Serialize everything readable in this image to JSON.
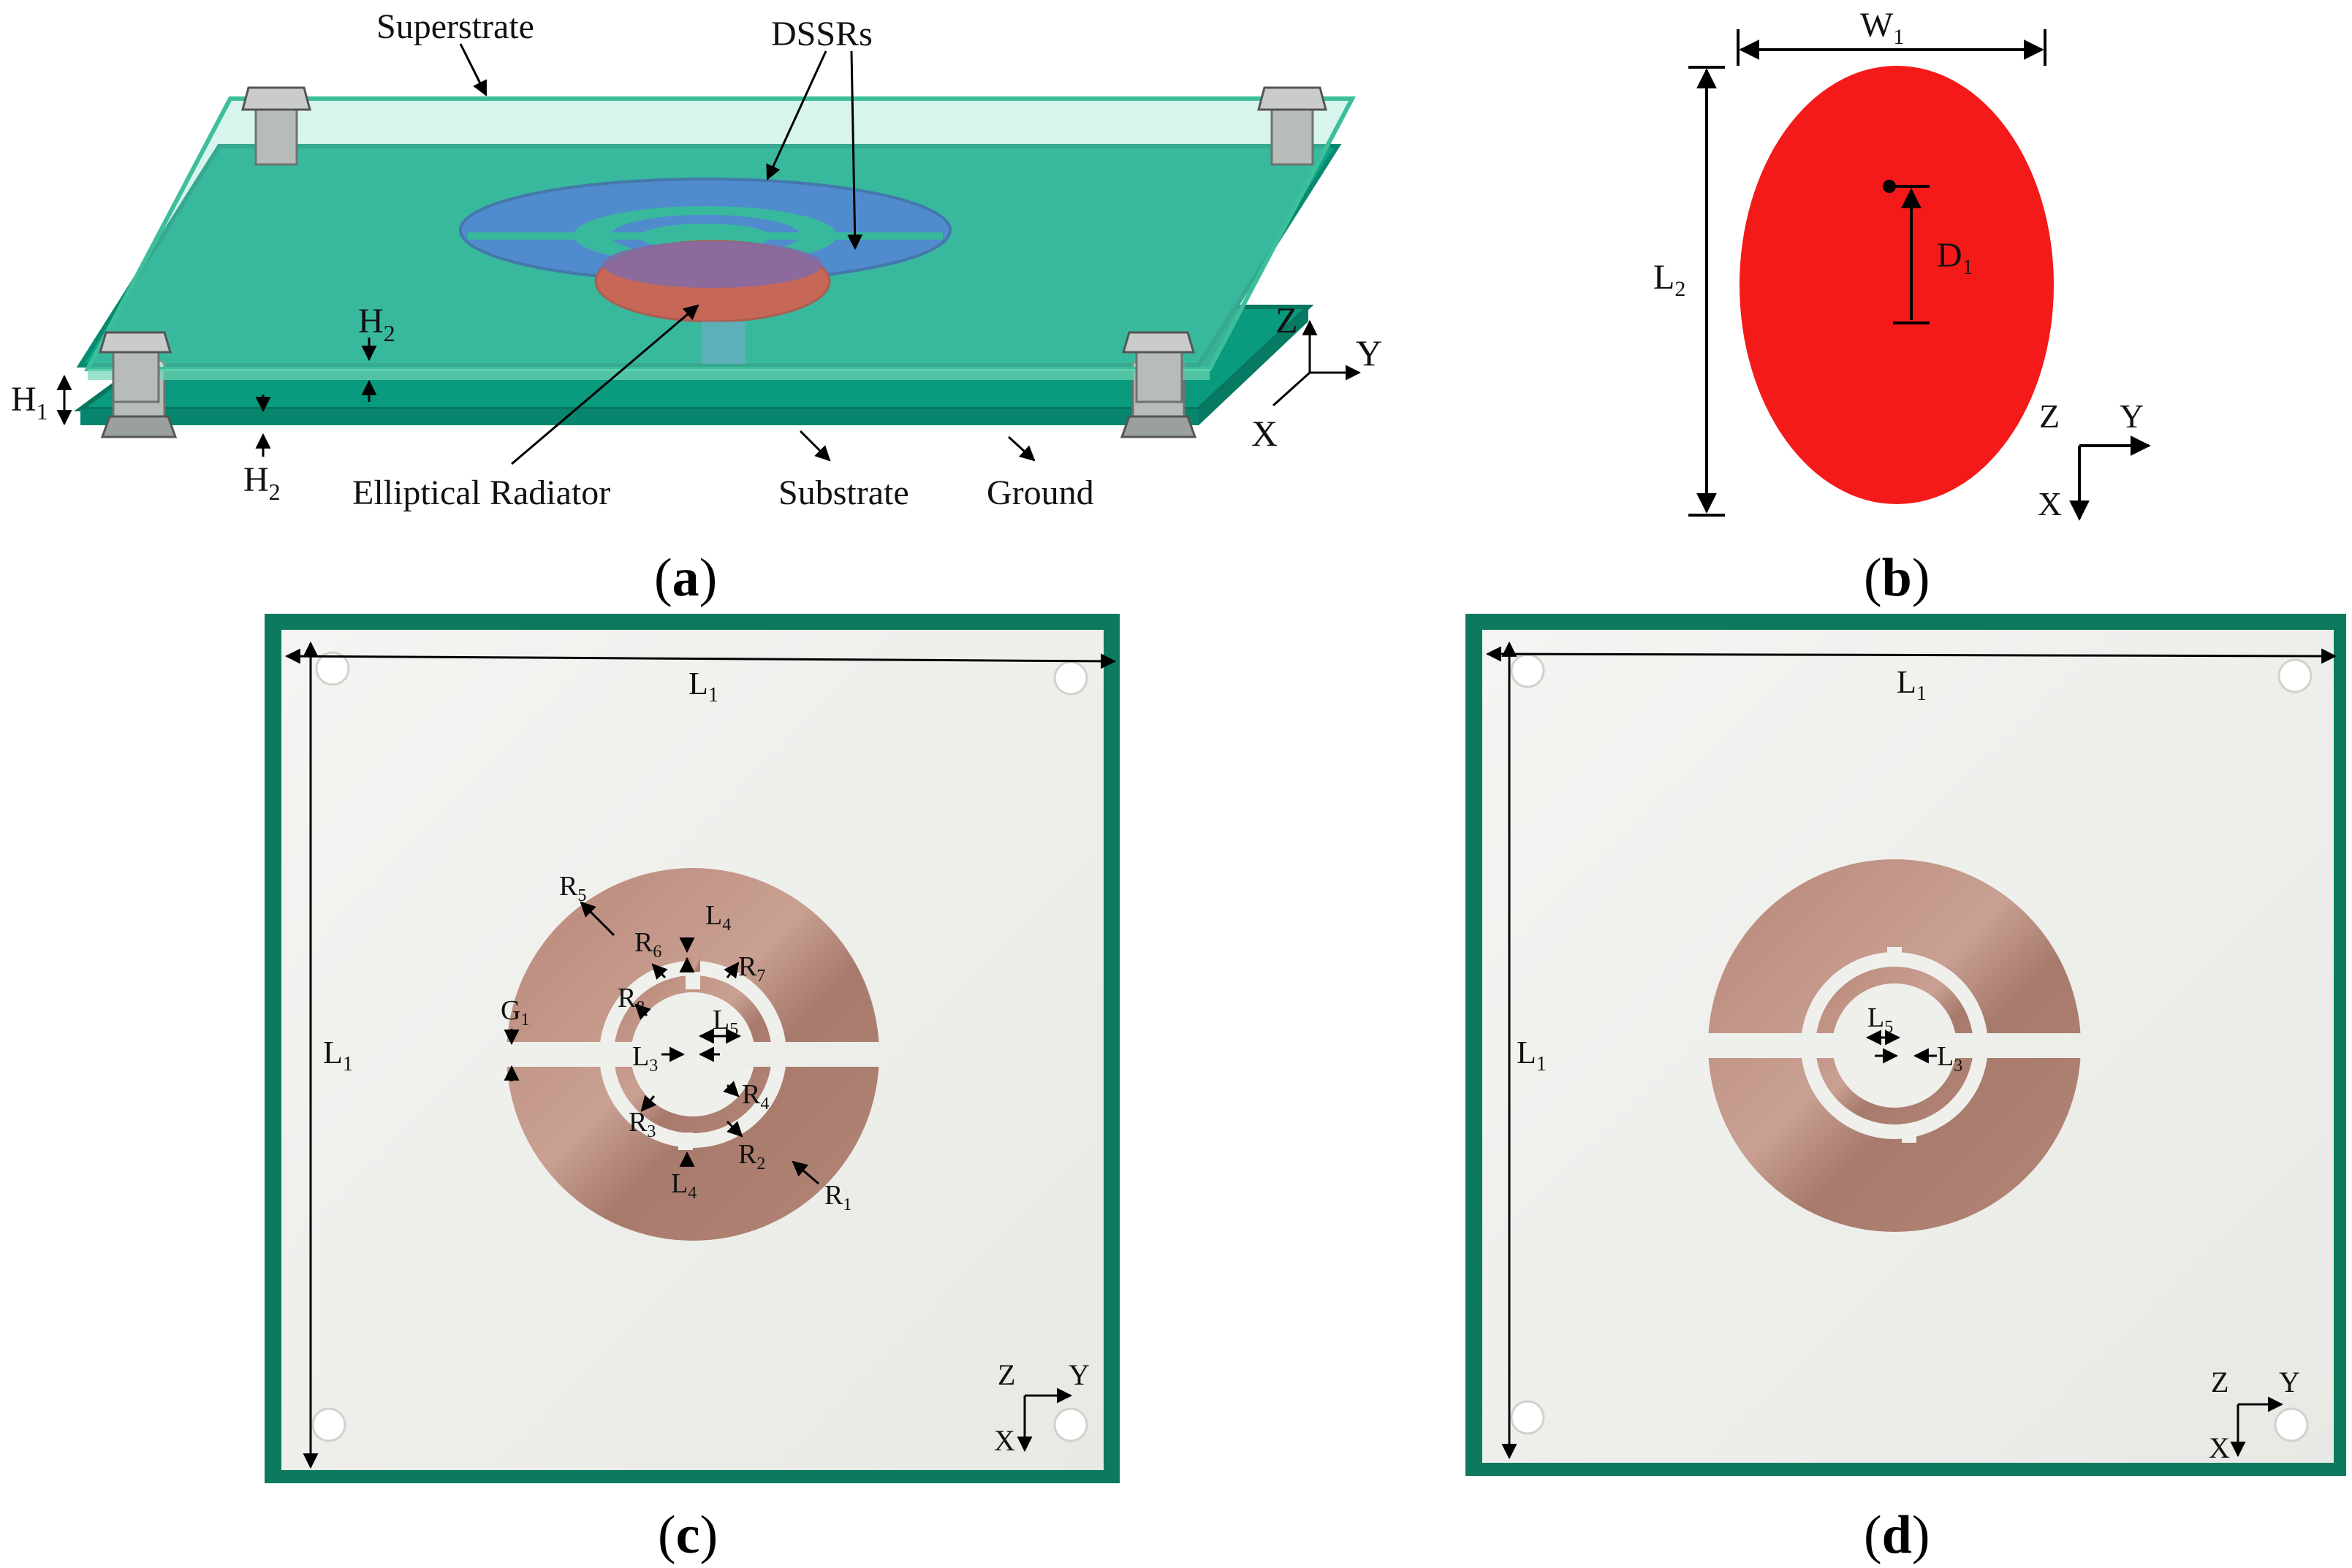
{
  "panel_a": {
    "superstrate": "Superstrate",
    "dssrs": "DSSRs",
    "elliptical_radiator": "Elliptical Radiator",
    "substrate": "Substrate",
    "ground": "Ground",
    "h1": "H",
    "h1_sub": "1",
    "h2_top": "H",
    "h2_top_sub": "2",
    "h2_bottom": "H",
    "h2_bottom_sub": "2",
    "axis_z": "Z",
    "axis_y": "Y",
    "axis_x": "X",
    "caption_open": "(",
    "caption_letter": "a",
    "caption_close": ")"
  },
  "panel_b": {
    "w1": "W",
    "w1_sub": "1",
    "l2": "L",
    "l2_sub": "2",
    "d1": "D",
    "d1_sub": "1",
    "axis_z": "Z",
    "axis_y": "Y",
    "axis_x": "X",
    "caption_open": "(",
    "caption_letter": "b",
    "caption_close": ")"
  },
  "panel_c": {
    "l1_top": "L",
    "l1_top_sub": "1",
    "l1_left": "L",
    "l1_left_sub": "1",
    "r1": "R",
    "r1_sub": "1",
    "r2": "R",
    "r2_sub": "2",
    "r3": "R",
    "r3_sub": "3",
    "r4": "R",
    "r4_sub": "4",
    "r5": "R",
    "r5_sub": "5",
    "r6": "R",
    "r6_sub": "6",
    "r7": "R",
    "r7_sub": "7",
    "r8": "R",
    "r8_sub": "8",
    "l3": "L",
    "l3_sub": "3",
    "l4_top": "L",
    "l4_top_sub": "4",
    "l4_bottom": "L",
    "l4_bottom_sub": "4",
    "l5": "L",
    "l5_sub": "5",
    "g1": "G",
    "g1_sub": "1",
    "axis_z": "Z",
    "axis_y": "Y",
    "axis_x": "X",
    "caption_open": "(",
    "caption_letter": "c",
    "caption_close": ")"
  },
  "panel_d": {
    "l1_top": "L",
    "l1_top_sub": "1",
    "l1_left": "L",
    "l1_left_sub": "1",
    "l5": "L",
    "l5_sub": "5",
    "l3": "L",
    "l3_sub": "3",
    "axis_z": "Z",
    "axis_y": "Y",
    "axis_x": "X",
    "caption_open": "(",
    "caption_letter": "d",
    "caption_close": ")"
  },
  "colors": {
    "board_green": "#0aa486",
    "board_dark": "#08806a",
    "glass": "#8fe3cc",
    "dssr_blue": "#2f5ccf",
    "radiator_red": "#e4251b",
    "ellipse_red": "#f41a1a",
    "pcb_frame": "#0d7a5f",
    "pcb_white": "#eff0ec",
    "copper": "#b88a7c"
  }
}
